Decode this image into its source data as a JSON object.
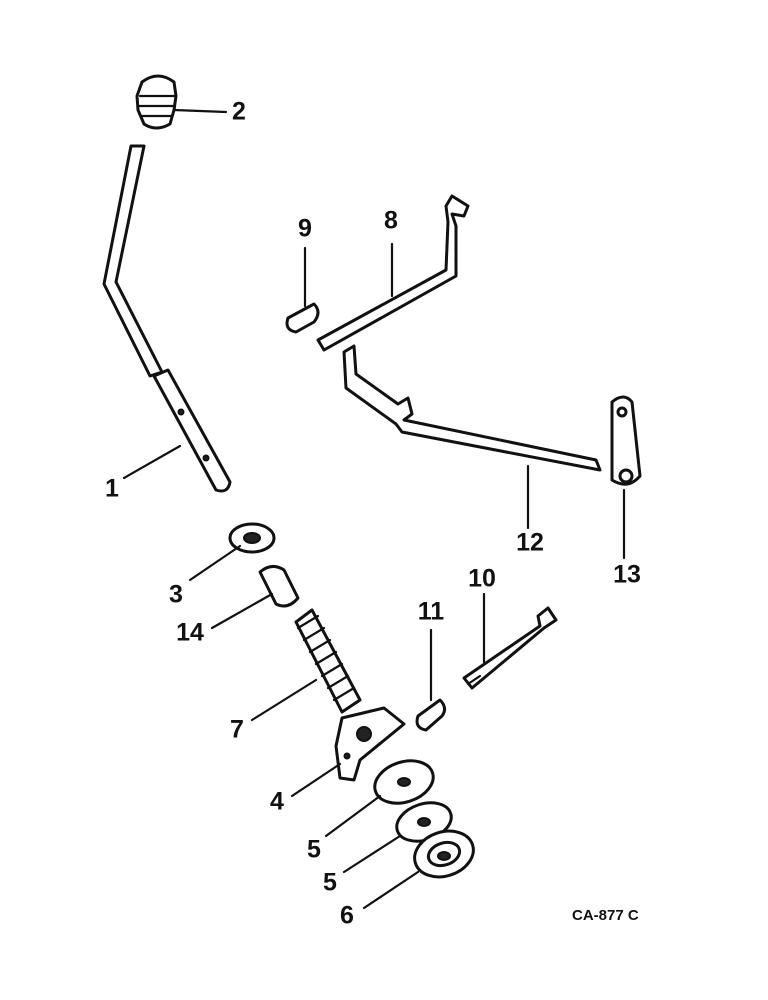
{
  "diagram": {
    "reference_code": "CA-877 C",
    "callouts": [
      {
        "id": "1",
        "part": "shift-lever"
      },
      {
        "id": "2",
        "part": "lever-knob"
      },
      {
        "id": "3",
        "part": "washer-collar"
      },
      {
        "id": "4",
        "part": "lever-bracket"
      },
      {
        "id": "5",
        "part": "washer-upper"
      },
      {
        "id": "5",
        "part": "washer-lower"
      },
      {
        "id": "6",
        "part": "boot-base"
      },
      {
        "id": "7",
        "part": "spring"
      },
      {
        "id": "8",
        "part": "link-rod"
      },
      {
        "id": "9",
        "part": "rod-end"
      },
      {
        "id": "10",
        "part": "control-rod"
      },
      {
        "id": "11",
        "part": "pivot-pin"
      },
      {
        "id": "12",
        "part": "crank-rod"
      },
      {
        "id": "13",
        "part": "arm"
      },
      {
        "id": "14",
        "part": "spacer"
      }
    ]
  }
}
